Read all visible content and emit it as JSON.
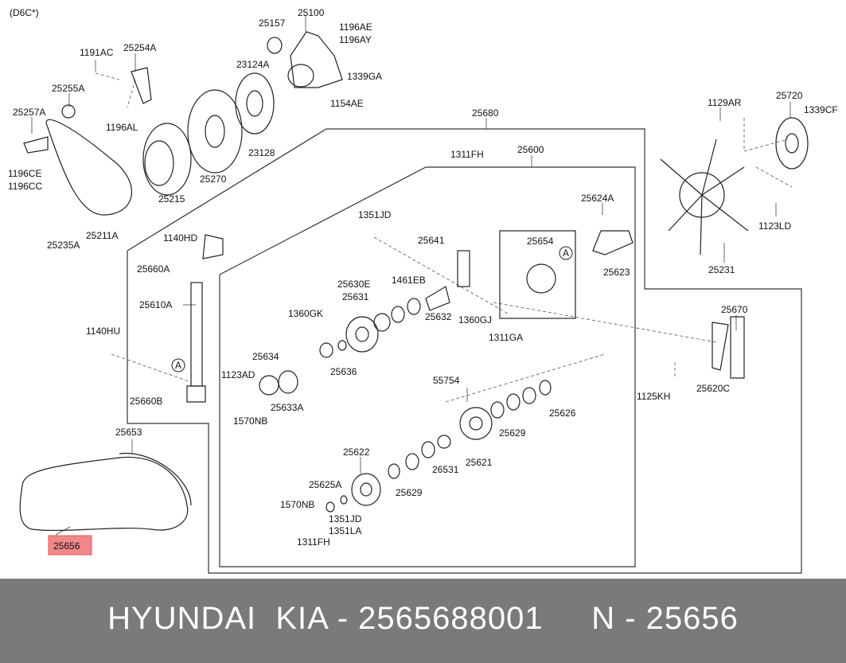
{
  "diagram": {
    "variant": "(D6C*)",
    "highlight_color": "#f0888a",
    "parts": [
      "25100",
      "25157",
      "1196AE",
      "1196AY",
      "1339GA",
      "1154AE",
      "23124A",
      "23128",
      "25270",
      "25215",
      "1191AC",
      "25254A",
      "25255A",
      "1196AL",
      "25257A",
      "1196CE",
      "1196CC",
      "25235A",
      "25211A",
      "25720",
      "1339CF",
      "1129AR",
      "1123LD",
      "25231",
      "25680",
      "25600",
      "1311FH",
      "25624A",
      "25654",
      "25623",
      "1351JD",
      "25641",
      "1461EB",
      "25632",
      "1360GJ",
      "1311GA",
      "25630E",
      "25631",
      "1360GK",
      "25634",
      "25636",
      "1123AD",
      "25633A",
      "1570NB",
      "1140HD",
      "25660A",
      "25610A",
      "1140HU",
      "25660B",
      "25670",
      "25620C",
      "1125KH",
      "55754",
      "25629",
      "25626",
      "25621",
      "26531",
      "25622",
      "25625A",
      "25629",
      "1570NB",
      "1351JD",
      "1351LA",
      "1311FH",
      "25653",
      "25656"
    ],
    "callout_letter": "A"
  },
  "footer": {
    "brand": "HYUNDAI",
    "maker": "KIA",
    "part_number": "2565688001",
    "ref": "N - 25656",
    "text": "HYUNDAI  KIA - 2565688001     N - 25656"
  }
}
